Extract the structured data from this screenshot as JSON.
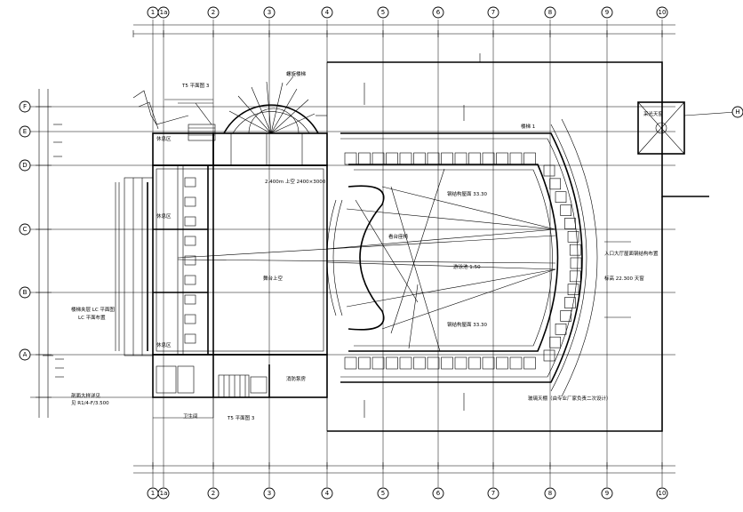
{
  "drawing": {
    "axes_top": [
      "1",
      "1a",
      "2",
      "3",
      "4",
      "5",
      "6",
      "7",
      "8",
      "9",
      "10"
    ],
    "axes_left": [
      "F",
      "E",
      "D",
      "C",
      "B",
      "A"
    ],
    "axis_extra": "H"
  },
  "labels": {
    "t5_top": "T5 平面图 3",
    "t5_bottom": "T5 平面图 3",
    "spiral_stair": "螺旋楼梯",
    "lobby_left_1": "休息区",
    "lobby_left_2": "休息区",
    "lobby_left_3": "休息区",
    "hall_center": "舞台上空",
    "hall_note": "2.400m 上空 2400×3000",
    "court_center": "游泳池 1:50",
    "court_label_1": "钢结构屋面 33.30",
    "court_label_2": "钢结构屋面 33.30",
    "deck": "看台座椅",
    "entrance_right": "入口大厅屋面钢结构布置",
    "entrance_right_sub": "标高 22.300 天窗",
    "canopy": "采光天窗",
    "bottom_note": "玻璃天棚（由专业厂家负责二次设计）",
    "left_note_1": "楼梯夹层 LC 平面图",
    "left_note_2": "LC 平面布置",
    "bottom_left_note_1": "剖面大样详见",
    "bottom_left_note_2": "见 R1/4-F/3.500",
    "room_bottom": "消防泵房",
    "room_bottom_2": "卫生间",
    "stair_note": "楼梯 1"
  },
  "colors": {
    "line": "#000000",
    "background": "#ffffff"
  }
}
